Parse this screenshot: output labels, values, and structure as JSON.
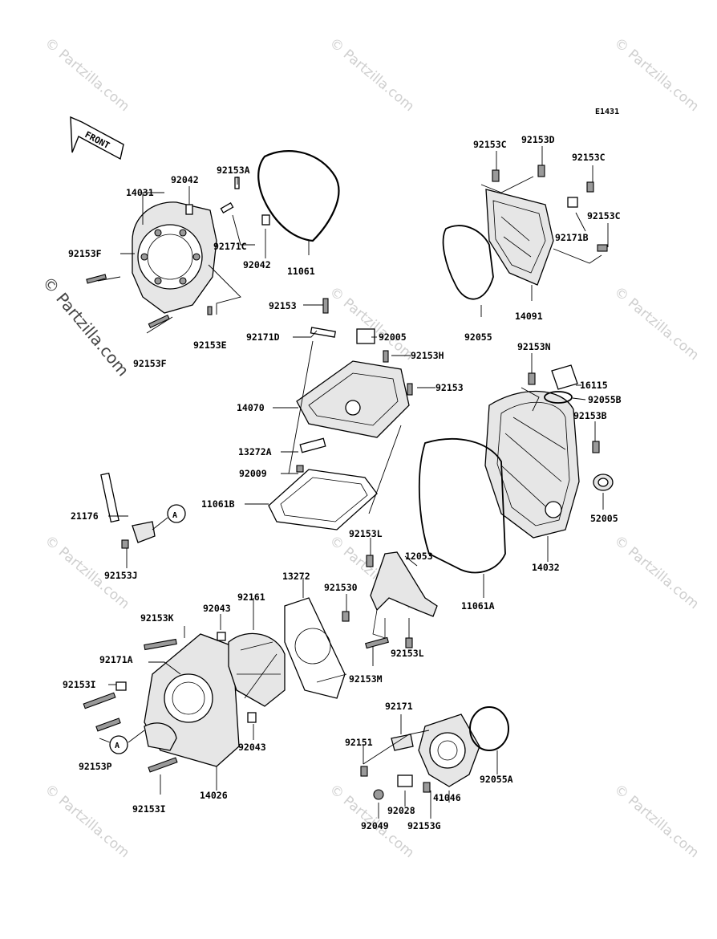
{
  "diagram_code": "E1431",
  "front_label": "FRONT",
  "callout_letter": "A",
  "watermark": "© Partzilla.com",
  "side_watermark": "© Partzilla.com",
  "labels": {
    "p14031": "14031",
    "p92042a": "92042",
    "p92153A": "92153A",
    "p92171C": "92171C",
    "p92042b": "92042",
    "p11061": "11061",
    "p92153Fa": "92153F",
    "p92153E": "92153E",
    "p92153Fb": "92153F",
    "p92153Ca": "92153C",
    "p92153D": "92153D",
    "p92153Cb": "92153C",
    "p92153Cc": "92153C",
    "p92171B": "92171B",
    "p14091": "14091",
    "p92055": "92055",
    "p92153a": "92153",
    "p92171D": "92171D",
    "p92005": "92005",
    "p92153H": "92153H",
    "p92153b": "92153",
    "p14070": "14070",
    "p13272A": "13272A",
    "p92009": "92009",
    "p11061B": "11061B",
    "p92153N": "92153N",
    "p16115": "16115",
    "p92055B": "92055B",
    "p92153B": "92153B",
    "p52005": "52005",
    "p14032": "14032",
    "p21176": "21176",
    "p92153J": "92153J",
    "p92153L1": "92153L",
    "p12053": "12053",
    "p92153O": "921530",
    "p92153L2": "92153L",
    "p92153M": "92153M",
    "p11061A": "11061A",
    "p13272": "13272",
    "p92043a": "92043",
    "p92161": "92161",
    "p92153K": "92153K",
    "p92171A": "92171A",
    "p92153Ia": "92153I",
    "p92153P": "92153P",
    "p92043b": "92043",
    "p14026": "14026",
    "p92153Ib": "92153I",
    "p92171": "92171",
    "p92151": "92151",
    "p92055A": "92055A",
    "p41046": "41046",
    "p92028": "92028",
    "p92049": "92049",
    "p92153G": "92153G"
  }
}
